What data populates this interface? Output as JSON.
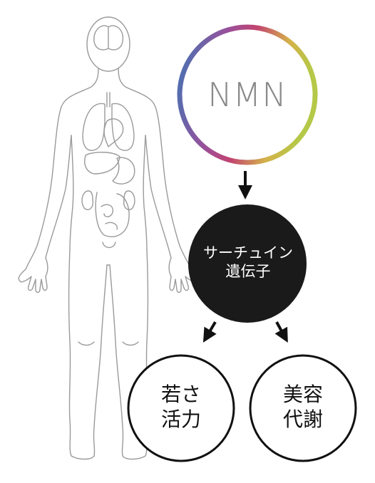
{
  "nodes": {
    "nmn": {
      "label": "NMN"
    },
    "sirtuin": {
      "line1": "サーチュイン",
      "line2": "遺伝子"
    },
    "youth": {
      "line1": "若さ",
      "line2": "活力"
    },
    "beauty": {
      "line1": "美容",
      "line2": "代謝"
    }
  },
  "edges": [
    {
      "from": "nmn",
      "to": "sirtuin"
    },
    {
      "from": "sirtuin",
      "to": "youth"
    },
    {
      "from": "sirtuin",
      "to": "beauty"
    }
  ],
  "colors": {
    "ring_gradient": [
      "#3f77b5",
      "#9a4f9a",
      "#c24470",
      "#d4b24a",
      "#b5c848"
    ],
    "node_fill_dark": "#1a1a1a",
    "outline": "#111111",
    "body_outline": "#9a9a9a"
  },
  "illustration": {
    "icon": "human-body-anatomy-icon"
  }
}
